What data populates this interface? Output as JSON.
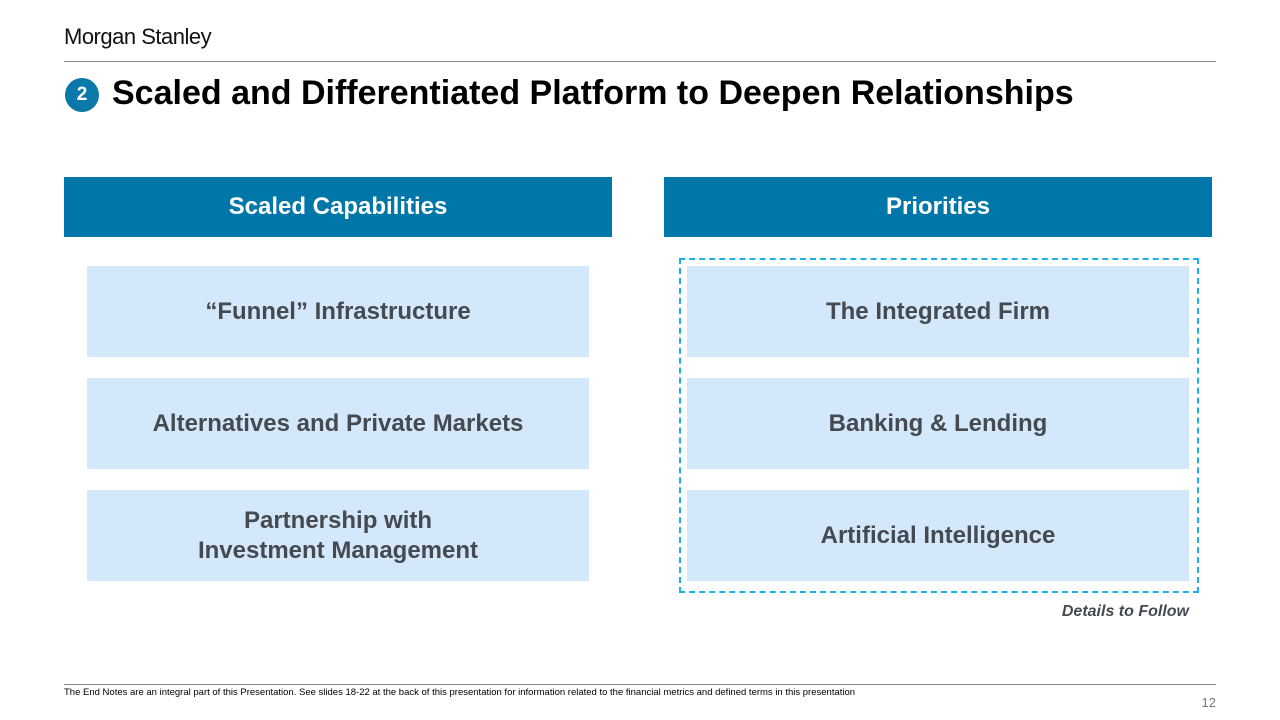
{
  "brand": "Morgan Stanley",
  "badge": "2",
  "title": "Scaled and Differentiated Platform to Deepen Relationships",
  "left": {
    "header": "Scaled Capabilities",
    "items": [
      "“Funnel” Infrastructure",
      "Alternatives and Private Markets",
      "Partnership with",
      "Investment Management"
    ]
  },
  "right": {
    "header": "Priorities",
    "items": [
      "The Integrated Firm",
      "Banking & Lending",
      "Artificial Intelligence"
    ],
    "note": "Details to Follow"
  },
  "footer": {
    "note": "The End Notes are an integral part of this Presentation. See slides 18-22 at the back of this presentation for information related to the financial metrics and defined terms in this presentation",
    "page": "12"
  }
}
